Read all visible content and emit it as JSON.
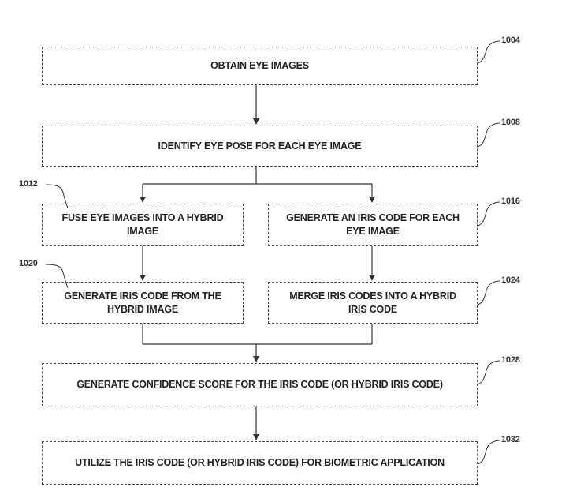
{
  "steps": {
    "s1004": {
      "ref": "1004",
      "label": "OBTAIN EYE IMAGES"
    },
    "s1008": {
      "ref": "1008",
      "label": "IDENTIFY EYE POSE FOR EACH EYE IMAGE"
    },
    "s1012": {
      "ref": "1012",
      "line1": "FUSE EYE IMAGES INTO A HYBRID",
      "line2": "IMAGE"
    },
    "s1016": {
      "ref": "1016",
      "line1": "GENERATE AN IRIS CODE FOR EACH",
      "line2": "EYE IMAGE"
    },
    "s1020": {
      "ref": "1020",
      "line1": "GENERATE IRIS CODE FROM THE",
      "line2": "HYBRID IMAGE"
    },
    "s1024": {
      "ref": "1024",
      "line1": "MERGE IRIS CODES INTO A HYBRID",
      "line2": "IRIS CODE"
    },
    "s1028": {
      "ref": "1028",
      "label": "GENERATE CONFIDENCE SCORE FOR THE IRIS CODE (OR HYBRID IRIS CODE)"
    },
    "s1032": {
      "ref": "1032",
      "label": "UTILIZE THE IRIS CODE (OR HYBRID IRIS CODE) FOR BIOMETRIC APPLICATION"
    }
  },
  "colors": {
    "line": "#333333",
    "text": "#222222",
    "border": "#4a4a4a"
  }
}
